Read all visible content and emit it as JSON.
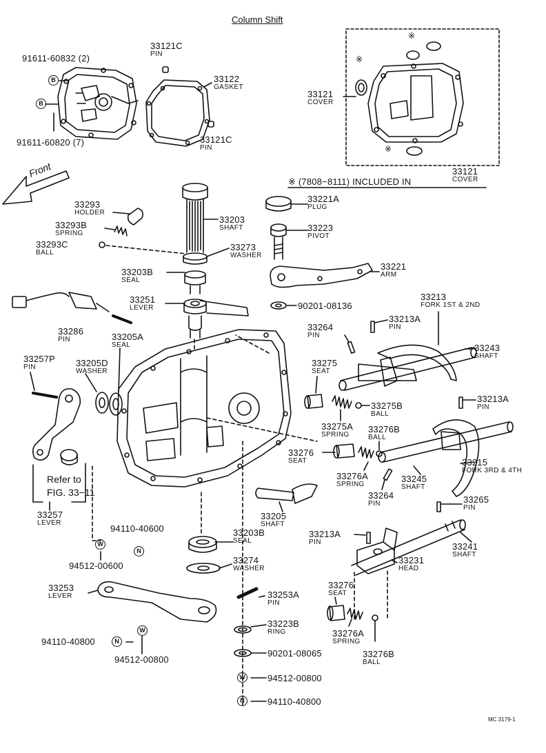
{
  "title": "Column Shift",
  "figure_code": "MC 3179-1",
  "front_label": "Front",
  "bolt_marks": {
    "B": "B",
    "N": "N",
    "W": "W"
  },
  "note": {
    "prefix": "※ (7808−8111) INCLUDED IN",
    "part": "33121",
    "name": "COVER"
  },
  "refer": {
    "line1": "Refer to",
    "line2": "FIG. 33−11"
  },
  "parts": {
    "p91611_60832": "91611-60832 (2)",
    "p91611_60820": "91611-60820 (7)",
    "p33121C_top": {
      "num": "33121C",
      "name": "PIN"
    },
    "p33122": {
      "num": "33122",
      "name": "GASKET"
    },
    "p33121C_bot": {
      "num": "33121C",
      "name": "PIN"
    },
    "p33121": {
      "num": "33121",
      "name": "COVER"
    },
    "p33293": {
      "num": "33293",
      "name": "HOLDER"
    },
    "p33293B": {
      "num": "33293B",
      "name": "SPRING"
    },
    "p33293C": {
      "num": "33293C",
      "name": "BALL"
    },
    "p33203": {
      "num": "33203",
      "name": "SHAFT"
    },
    "p33273": {
      "num": "33273",
      "name": "WASHER"
    },
    "p33221A": {
      "num": "33221A",
      "name": "PLUG"
    },
    "p33223": {
      "num": "33223",
      "name": "PIVOT"
    },
    "p33221": {
      "num": "33221",
      "name": "ARM"
    },
    "p33203B_top": {
      "num": "33203B",
      "name": "SEAL"
    },
    "p33251": {
      "num": "33251",
      "name": "LEVER"
    },
    "p90201_08136": "90201-08136",
    "p33213": {
      "num": "33213",
      "name": "FORK 1ST & 2ND"
    },
    "p33286": {
      "num": "33286",
      "name": "PIN"
    },
    "p33205A": {
      "num": "33205A",
      "name": "SEAL"
    },
    "p33264_top": {
      "num": "33264",
      "name": "PIN"
    },
    "p33213A_1": {
      "num": "33213A",
      "name": "PIN"
    },
    "p33243": {
      "num": "33243",
      "name": "SHAFT"
    },
    "p33257P": {
      "num": "33257P",
      "name": "PIN"
    },
    "p33205D": {
      "num": "33205D",
      "name": "WASHER"
    },
    "p33275": {
      "num": "33275",
      "name": "SEAT"
    },
    "p33275B": {
      "num": "33275B",
      "name": "BALL"
    },
    "p33213A_2": {
      "num": "33213A",
      "name": "PIN"
    },
    "p33275A": {
      "num": "33275A",
      "name": "SPRING"
    },
    "p33276B_top": {
      "num": "33276B",
      "name": "BALL"
    },
    "p33276_top": {
      "num": "33276",
      "name": "SEAT"
    },
    "p33215": {
      "num": "33215",
      "name": "FORK 3RD & 4TH"
    },
    "p33276A_top": {
      "num": "33276A",
      "name": "SPRING"
    },
    "p33245": {
      "num": "33245",
      "name": "SHAFT"
    },
    "p33264_bot": {
      "num": "33264",
      "name": "PIN"
    },
    "p33265": {
      "num": "33265",
      "name": "PIN"
    },
    "p33257": {
      "num": "33257",
      "name": "LEVER"
    },
    "p33205": {
      "num": "33205",
      "name": "SHAFT"
    },
    "p94110_40600": "94110-40600",
    "p33203B_bot": {
      "num": "33203B",
      "name": "SEAL"
    },
    "p33213A_3": {
      "num": "33213A",
      "name": "PIN"
    },
    "p33241": {
      "num": "33241",
      "name": "SHAFT"
    },
    "p94512_00600": "94512-00600",
    "p33274": {
      "num": "33274",
      "name": "WASHER"
    },
    "p33231": {
      "num": "33231",
      "name": "HEAD"
    },
    "p33253": {
      "num": "33253",
      "name": "LEVER"
    },
    "p33253A": {
      "num": "33253A",
      "name": "PIN"
    },
    "p33276_bot": {
      "num": "33276",
      "name": "SEAT"
    },
    "p33223B": {
      "num": "33223B",
      "name": "RING"
    },
    "p33276A_bot": {
      "num": "33276A",
      "name": "SPRING"
    },
    "p94110_40800_left": "94110-40800",
    "p94512_00800_left": "94512-00800",
    "p90201_08065": "90201-08065",
    "p33276B_bot": {
      "num": "33276B",
      "name": "BALL"
    },
    "p94512_00800_right": "94512-00800",
    "p94110_40800_right": "94110-40800"
  }
}
